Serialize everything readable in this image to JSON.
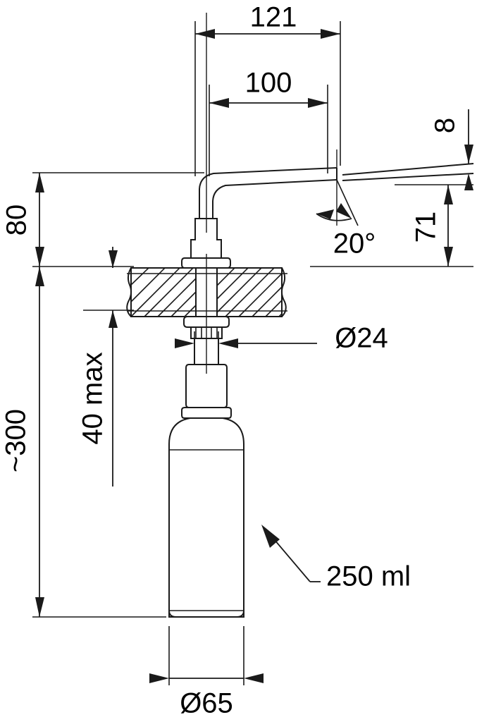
{
  "drawing": {
    "title": "Soap dispenser technical dimension drawing",
    "units": "mm",
    "line_color": "#1a1a1a",
    "text_color": "#000000",
    "background": "#ffffff"
  },
  "dimensions": {
    "spout_reach_outer": "121",
    "spout_reach_inner": "100",
    "spout_tip_height": "8",
    "spout_height_above_counter": "80",
    "spout_tip_to_counter": "71",
    "spout_angle": "20°",
    "shank_diameter": "Ø24",
    "counter_thickness_max": "40 max",
    "total_height": "~300",
    "bottle_diameter": "Ø65"
  },
  "annotations": {
    "bottle_capacity": "250 ml"
  }
}
